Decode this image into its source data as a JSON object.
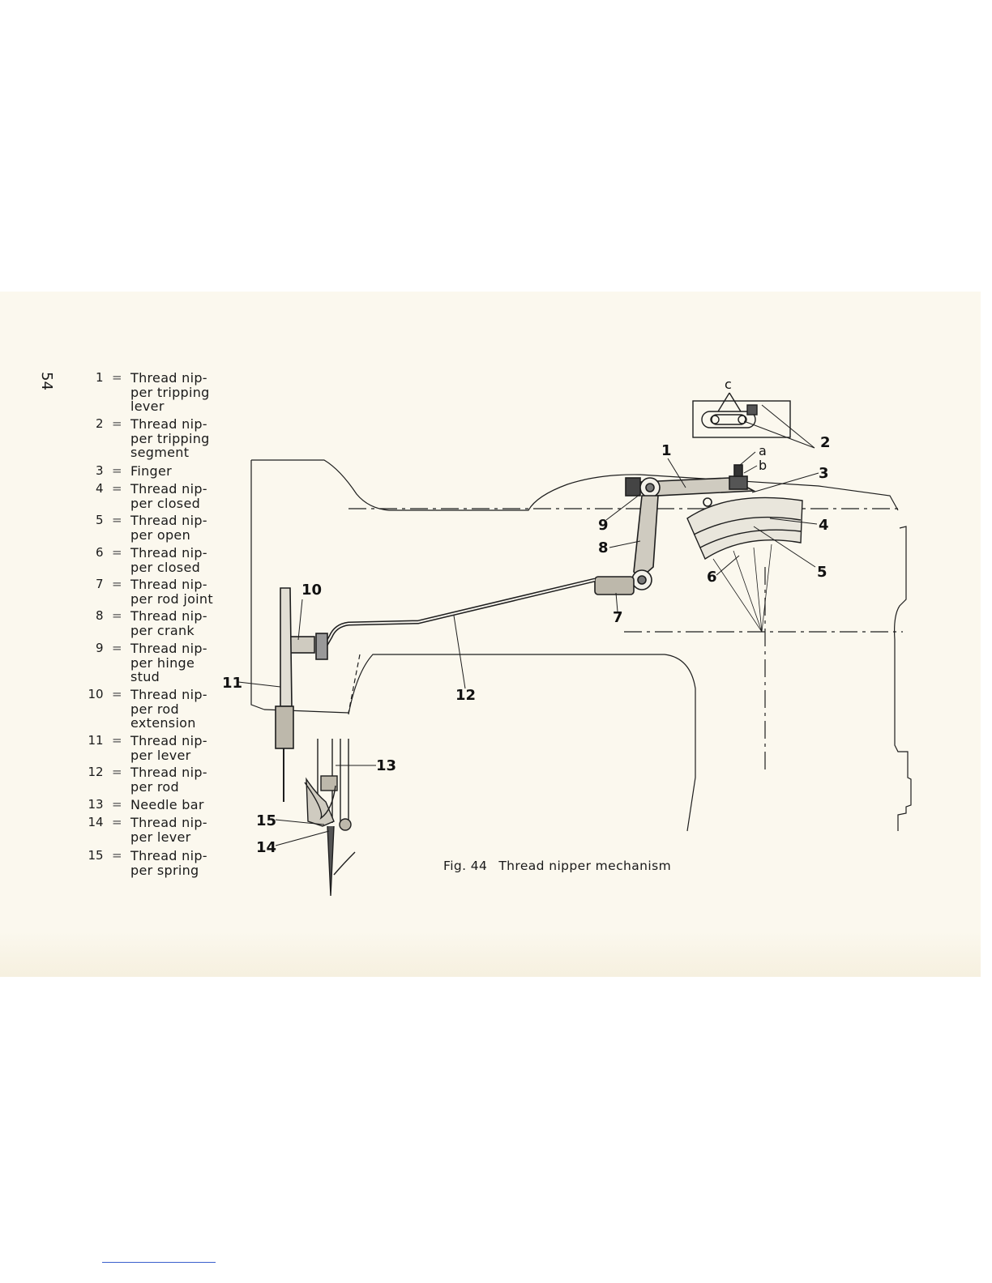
{
  "page_number": "54",
  "legend": [
    {
      "num": "1",
      "eq": "=",
      "text": "Thread nip-\nper tripping\nlever"
    },
    {
      "num": "2",
      "eq": "=",
      "text": "Thread nip-\nper tripping\nsegment"
    },
    {
      "num": "3",
      "eq": "=",
      "text": "Finger"
    },
    {
      "num": "4",
      "eq": "=",
      "text": "Thread nip-\nper closed"
    },
    {
      "num": "5",
      "eq": "=",
      "text": "Thread nip-\nper open"
    },
    {
      "num": "6",
      "eq": "=",
      "text": "Thread nip-\nper closed"
    },
    {
      "num": "7",
      "eq": "=",
      "text": "Thread nip-\nper rod joint"
    },
    {
      "num": "8",
      "eq": "=",
      "text": "Thread nip-\nper crank"
    },
    {
      "num": "9",
      "eq": "=",
      "text": "Thread nip-\nper hinge\nstud"
    },
    {
      "num": "10",
      "eq": "=",
      "text": "Thread nip-\nper rod\nextension"
    },
    {
      "num": "11",
      "eq": "=",
      "text": "Thread nip-\nper lever"
    },
    {
      "num": "12",
      "eq": "=",
      "text": "Thread nip-\nper rod"
    },
    {
      "num": "13",
      "eq": "=",
      "text": "Needle bar"
    },
    {
      "num": "14",
      "eq": "=",
      "text": "Thread nip-\nper lever"
    },
    {
      "num": "15",
      "eq": "=",
      "text": "Thread nip-\nper spring"
    }
  ],
  "callouts": {
    "c1": "1",
    "c2": "2",
    "c3": "3",
    "c4": "4",
    "c5": "5",
    "c6": "6",
    "c7": "7",
    "c8": "8",
    "c9": "9",
    "c10": "10",
    "c11": "11",
    "c12": "12",
    "c13": "13",
    "c14": "14",
    "c15": "15",
    "ca": "a",
    "cb": "b",
    "cc": "c"
  },
  "caption": {
    "fig": "Fig. 44",
    "title": "Thread nipper mechanism"
  }
}
